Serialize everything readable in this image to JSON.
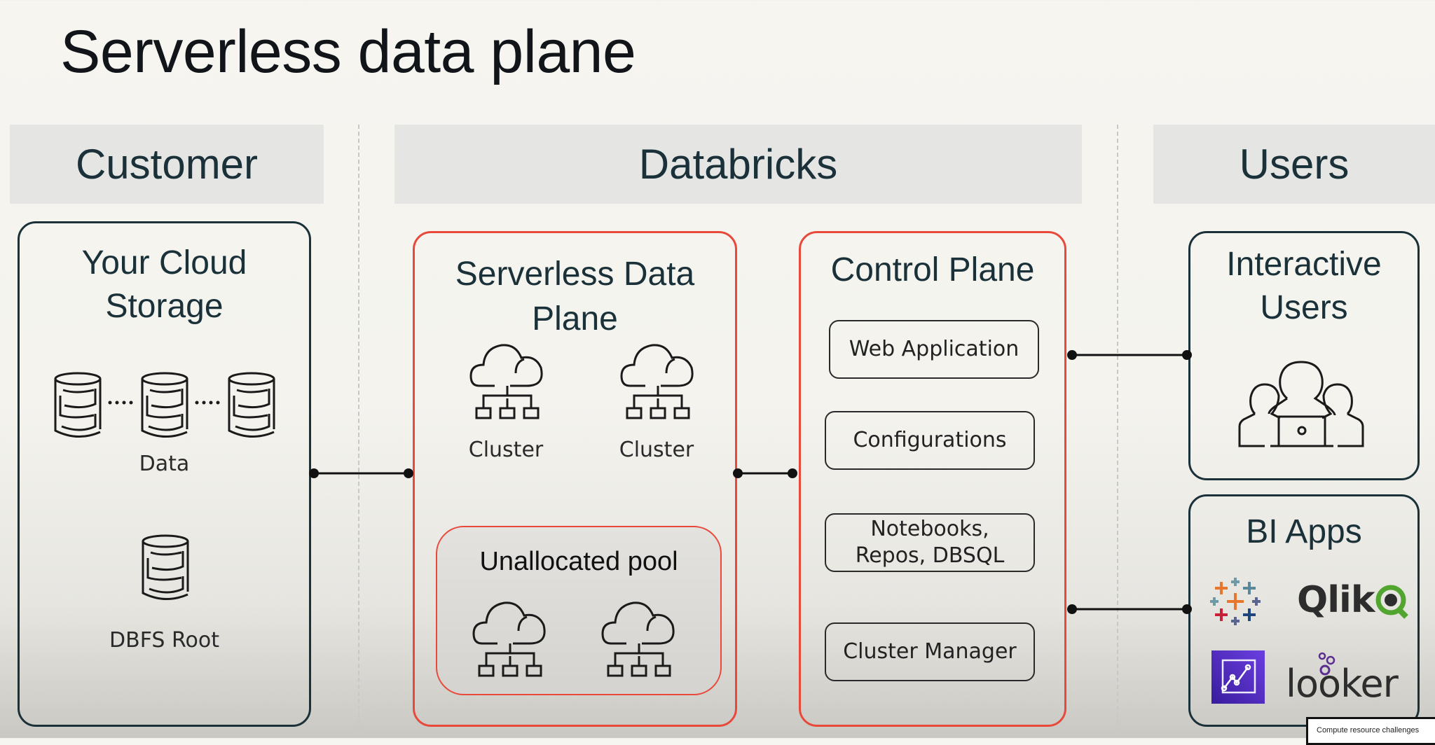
{
  "slide": {
    "title": "Serverless data plane"
  },
  "columns": {
    "customer": "Customer",
    "databricks": "Databricks",
    "users": "Users"
  },
  "customer_panel": {
    "title_line1": "Your Cloud",
    "title_line2": "Storage",
    "data_label": "Data",
    "dbfs_label": "DBFS Root"
  },
  "serverless_panel": {
    "title_line1": "Serverless Data",
    "title_line2": "Plane",
    "clusters": [
      "Cluster",
      "Cluster"
    ],
    "pool_title": "Unallocated pool"
  },
  "control_plane": {
    "title": "Control Plane",
    "items": [
      "Web Application",
      "Configurations",
      "Notebooks,\nRepos, DBSQL",
      "Cluster Manager"
    ],
    "notebooks_line1": "Notebooks,",
    "notebooks_line2": "Repos, DBSQL"
  },
  "users_panel": {
    "interactive_line1": "Interactive",
    "interactive_line2": "Users",
    "bi_title": "BI Apps",
    "bi_logos": [
      "tableau-logo",
      "qlik-logo",
      "quicksight-logo",
      "looker-logo"
    ],
    "qlik_text": "Qlik",
    "looker_text": "looker"
  },
  "colors": {
    "accent_red": "#e8493b",
    "navy": "#1b3139",
    "band_gray": "#e5e5e4"
  },
  "overlay": {
    "chapter_label": "Compute resource challenges"
  }
}
